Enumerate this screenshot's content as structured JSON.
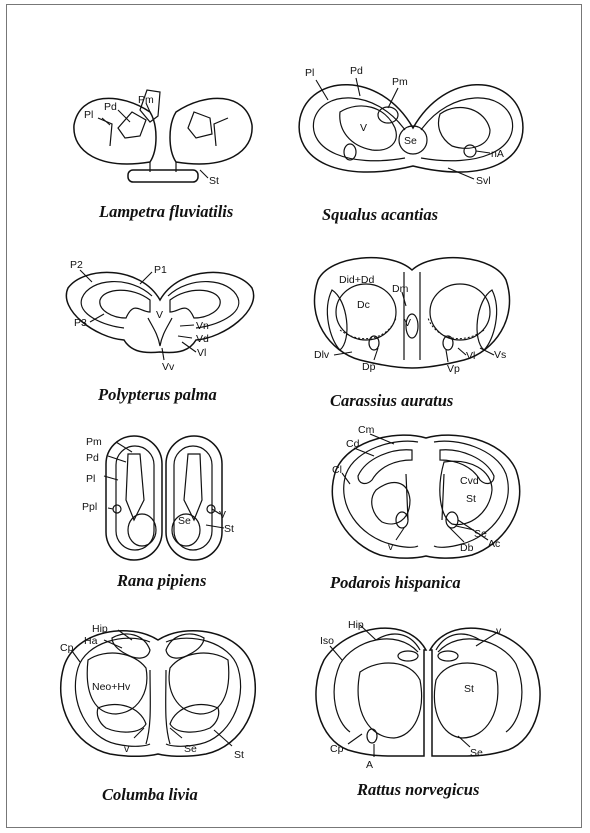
{
  "panels": [
    {
      "species": "Lampetra fluviatilis",
      "labels": [
        "Pm",
        "Pd",
        "Pl",
        "St"
      ]
    },
    {
      "species": "Squalus acantias",
      "labels": [
        "Pl",
        "Pd",
        "Pm",
        "V",
        "Se",
        "nA",
        "Svl"
      ]
    },
    {
      "species": "Polypterus palma",
      "labels": [
        "P2",
        "P1",
        "P3",
        "V",
        "Vn",
        "Vd",
        "Vl",
        "Vv"
      ]
    },
    {
      "species": "Carassius auratus",
      "labels": [
        "Did+Dd",
        "Dm",
        "Dc",
        "V",
        "Dlv",
        "Dp",
        "Vs",
        "Vp",
        "Vl"
      ]
    },
    {
      "species": "Rana pipiens",
      "labels": [
        "Pm",
        "Pd",
        "Pl",
        "Ppl",
        "Se",
        "V",
        "St"
      ]
    },
    {
      "species": "Podarois hispanica",
      "labels": [
        "Cm",
        "Cd",
        "Cl",
        "Cvd",
        "St",
        "v",
        "Db",
        "Se",
        "Ac"
      ]
    },
    {
      "species": "Columba livia",
      "labels": [
        "Hip",
        "Ha",
        "Cp",
        "Neo+Hv",
        "v",
        "Se",
        "St"
      ]
    },
    {
      "species": "Rattus norvegicus",
      "labels": [
        "Hip",
        "Iso",
        "v",
        "St",
        "Cp",
        "A",
        "Se"
      ]
    }
  ]
}
